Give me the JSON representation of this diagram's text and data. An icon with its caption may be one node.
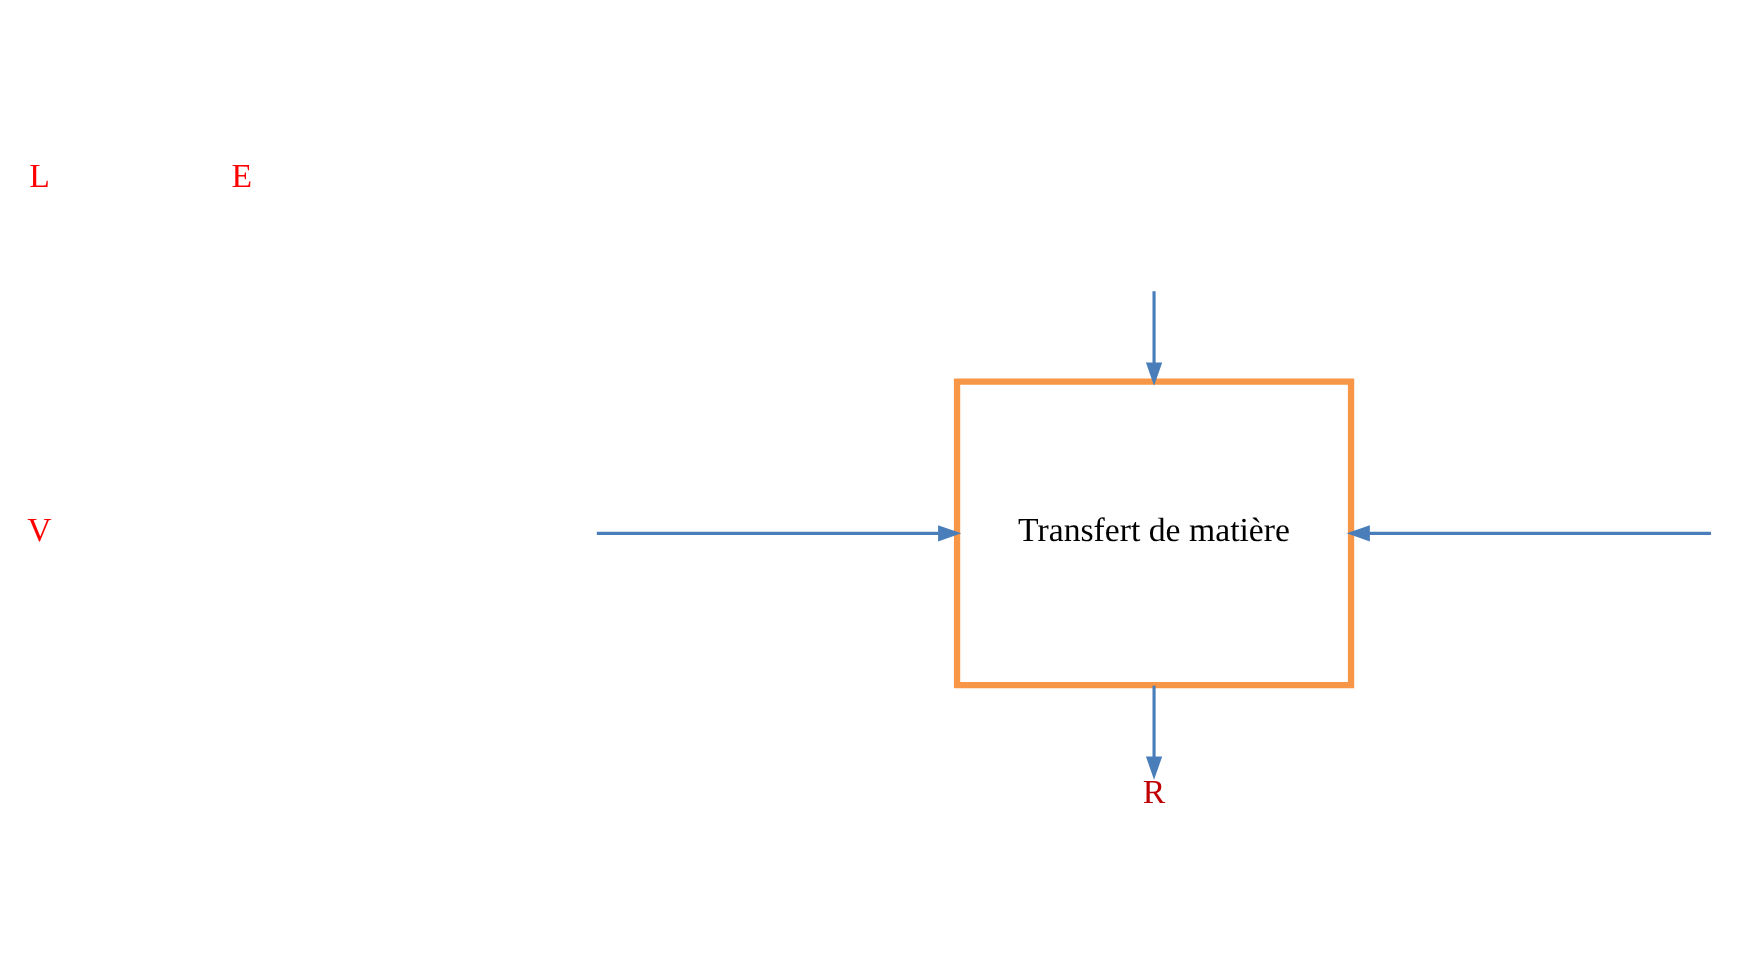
{
  "diagram": {
    "nodes": [
      {
        "text": [
          "Transfert de matière"
        ]
      },
      {
        "text": [
          "R"
        ]
      }
    ],
    "edges": [
      {
        "from": null,
        "to": 0,
        "arrow": "to"
      },
      {
        "from": null,
        "to": 0,
        "arrow": "to"
      },
      {
        "from": null,
        "to": 0,
        "arrow": "to"
      },
      {
        "from": 0,
        "to": 1,
        "arrow": "to"
      }
    ],
    "labels": [
      "L",
      "E",
      "V"
    ]
  }
}
